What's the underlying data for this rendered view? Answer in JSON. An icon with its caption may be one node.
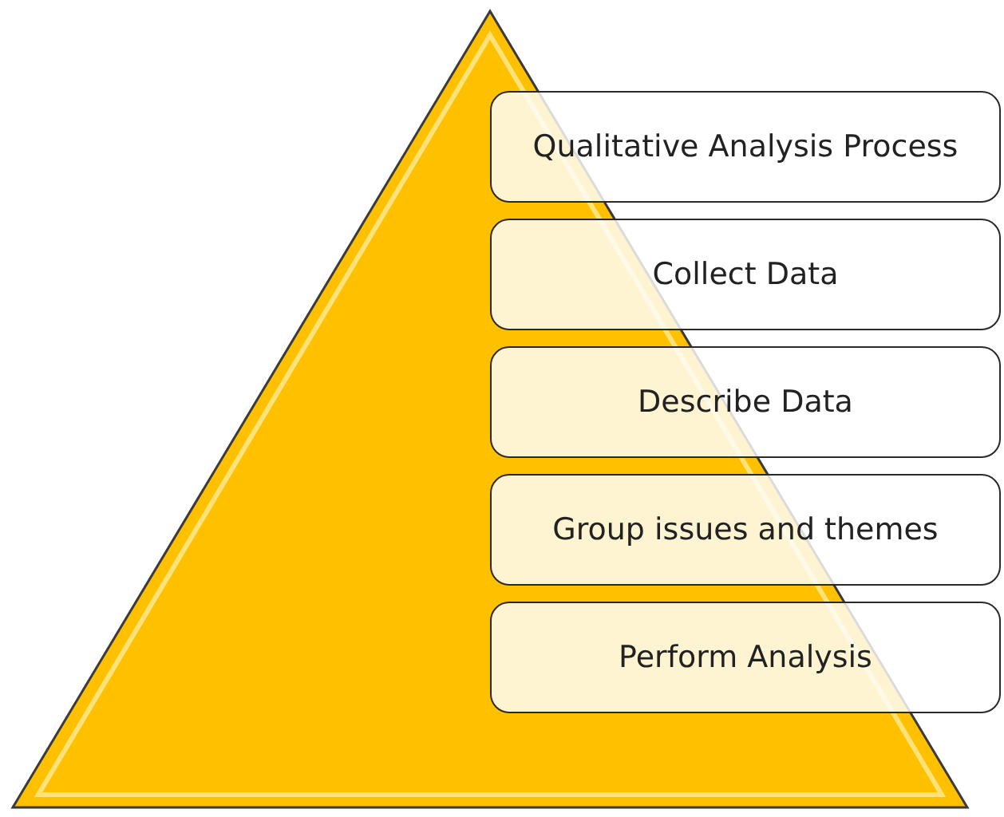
{
  "diagram": {
    "nodes": [
      {
        "text": [
          "Qualitative Analysis Process"
        ]
      },
      {
        "text": [
          "Collect Data"
        ]
      },
      {
        "text": [
          "Describe Data"
        ]
      },
      {
        "text": [
          "Group issues and themes"
        ]
      },
      {
        "text": [
          "Perform Analysis"
        ]
      }
    ]
  }
}
